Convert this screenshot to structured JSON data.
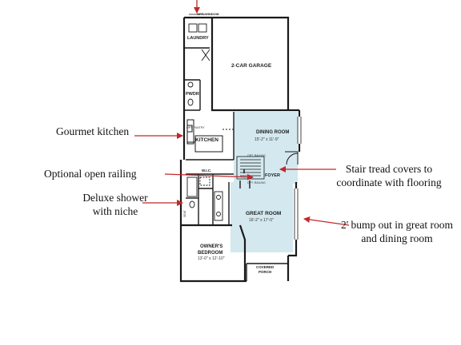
{
  "rooms": {
    "opt_window": "OPT. WINDOW",
    "laundry": "LAUNDRY",
    "garage": "2-CAR GARAGE",
    "pwdr": "PWDR",
    "dining_name": "DINING ROOM",
    "dining_dim": "15'-2\" x 11'-9\"",
    "kitchen": "KITCHEN",
    "opt_railing_top": "OPT. RAILING",
    "opt_railing_bottom": "OPT. RAILING",
    "foyer": "FOYER",
    "wic": "W.I.C.",
    "seat": "SEAT",
    "great_name": "GREAT ROOM",
    "great_dim": "16'-2\" x 17'-0\"",
    "owners_name_1": "OWNER'S",
    "owners_name_2": "BEDROOM",
    "owners_dim": "13'-0\" x 12'-10\"",
    "porch_1": "COVERED",
    "porch_2": "PORCH",
    "pantry": "OPT. PANTRY"
  },
  "annotations": {
    "kitchen": "Gourmet kitchen",
    "railing": "Optional open railing",
    "shower_1": "Deluxe shower",
    "shower_2": "with niche",
    "stair_1": "Stair tread covers to",
    "stair_2": "coordinate with flooring",
    "bump_1": "2' bump out in great room",
    "bump_2": "and dining room"
  },
  "colors": {
    "wall": "#1a1a1a",
    "highlight": "#d3e8ef",
    "arrow": "#c0292b"
  }
}
